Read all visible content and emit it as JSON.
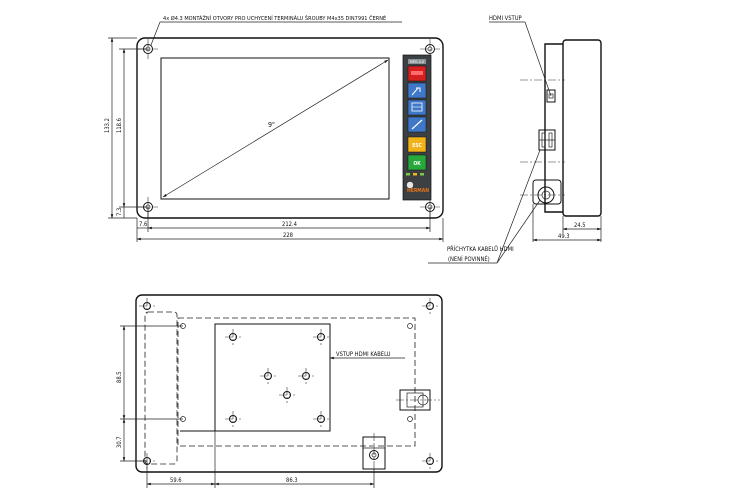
{
  "front_view": {
    "hole_note": "4x Ø4.3  MONTÁŽNÍ OTVORY PRO UCHYCENÍ TERMINÁLU ŠROUBY M4x35 DIN7991 ČERNÉ",
    "diag_label": "9\"",
    "dim_total_height": "133.2",
    "dim_hole_height": "118.6",
    "dim_bottom_offset": "7.3",
    "dim_left_offset": "7.6",
    "dim_hole_width": "212.4",
    "dim_total_width": "228",
    "panel": {
      "brand": "HERMAN",
      "top_label": "MPG 4.0",
      "esc_label": "ESC",
      "ok_label": "OK",
      "colors": {
        "red": "#d42020",
        "blue": "#3f78c8",
        "yellow": "#f2b21a",
        "green": "#27a83a",
        "body": "#3c4043",
        "orange": "#e8731a"
      }
    }
  },
  "side_view": {
    "hdmi_label": "HDMI VSTUP",
    "clip_label_1": "PŘÍCHYTKA KABELŮ HDMI",
    "clip_label_2": "(NENÍ POVINNÉ)",
    "dim_depth": "24.5",
    "dim_total_depth": "49.3"
  },
  "rear_view": {
    "hdmi_label": "VSTUP HDMI KABELU",
    "dim_height_1": "88.5",
    "dim_height_2": "30.7",
    "dim_width_1": "59.6",
    "dim_width_2": "86.3"
  }
}
